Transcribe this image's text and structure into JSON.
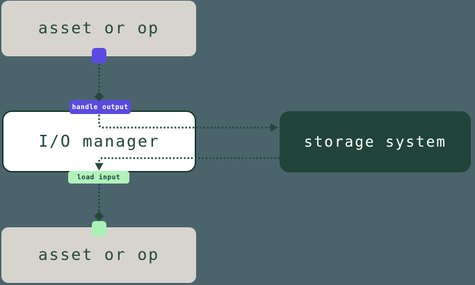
{
  "diagram": {
    "title": "io-manager-flow-diagram",
    "nodes": {
      "asset_top": {
        "label": "asset or op"
      },
      "io_manager": {
        "label": "I/O manager"
      },
      "storage_system": {
        "label": "storage system"
      },
      "asset_bottom": {
        "label": "asset or op"
      }
    },
    "edges": {
      "handle_output": {
        "label": "handle output"
      },
      "load_input": {
        "label": "load input"
      }
    },
    "colors": {
      "background": "#4b646c",
      "asset_box_bg": "#d7d4ce",
      "asset_box_text": "#27493e",
      "io_box_bg": "#ffffff",
      "io_box_border": "#17362e",
      "io_box_text": "#1e453b",
      "storage_box_bg": "#20443a",
      "storage_box_text": "#ffffff",
      "output_accent": "#5b4ae1",
      "output_badge_text": "#ffffff",
      "input_accent": "#b1f2bb",
      "input_port": "#a9f0b6",
      "wire": "#25473e"
    }
  }
}
